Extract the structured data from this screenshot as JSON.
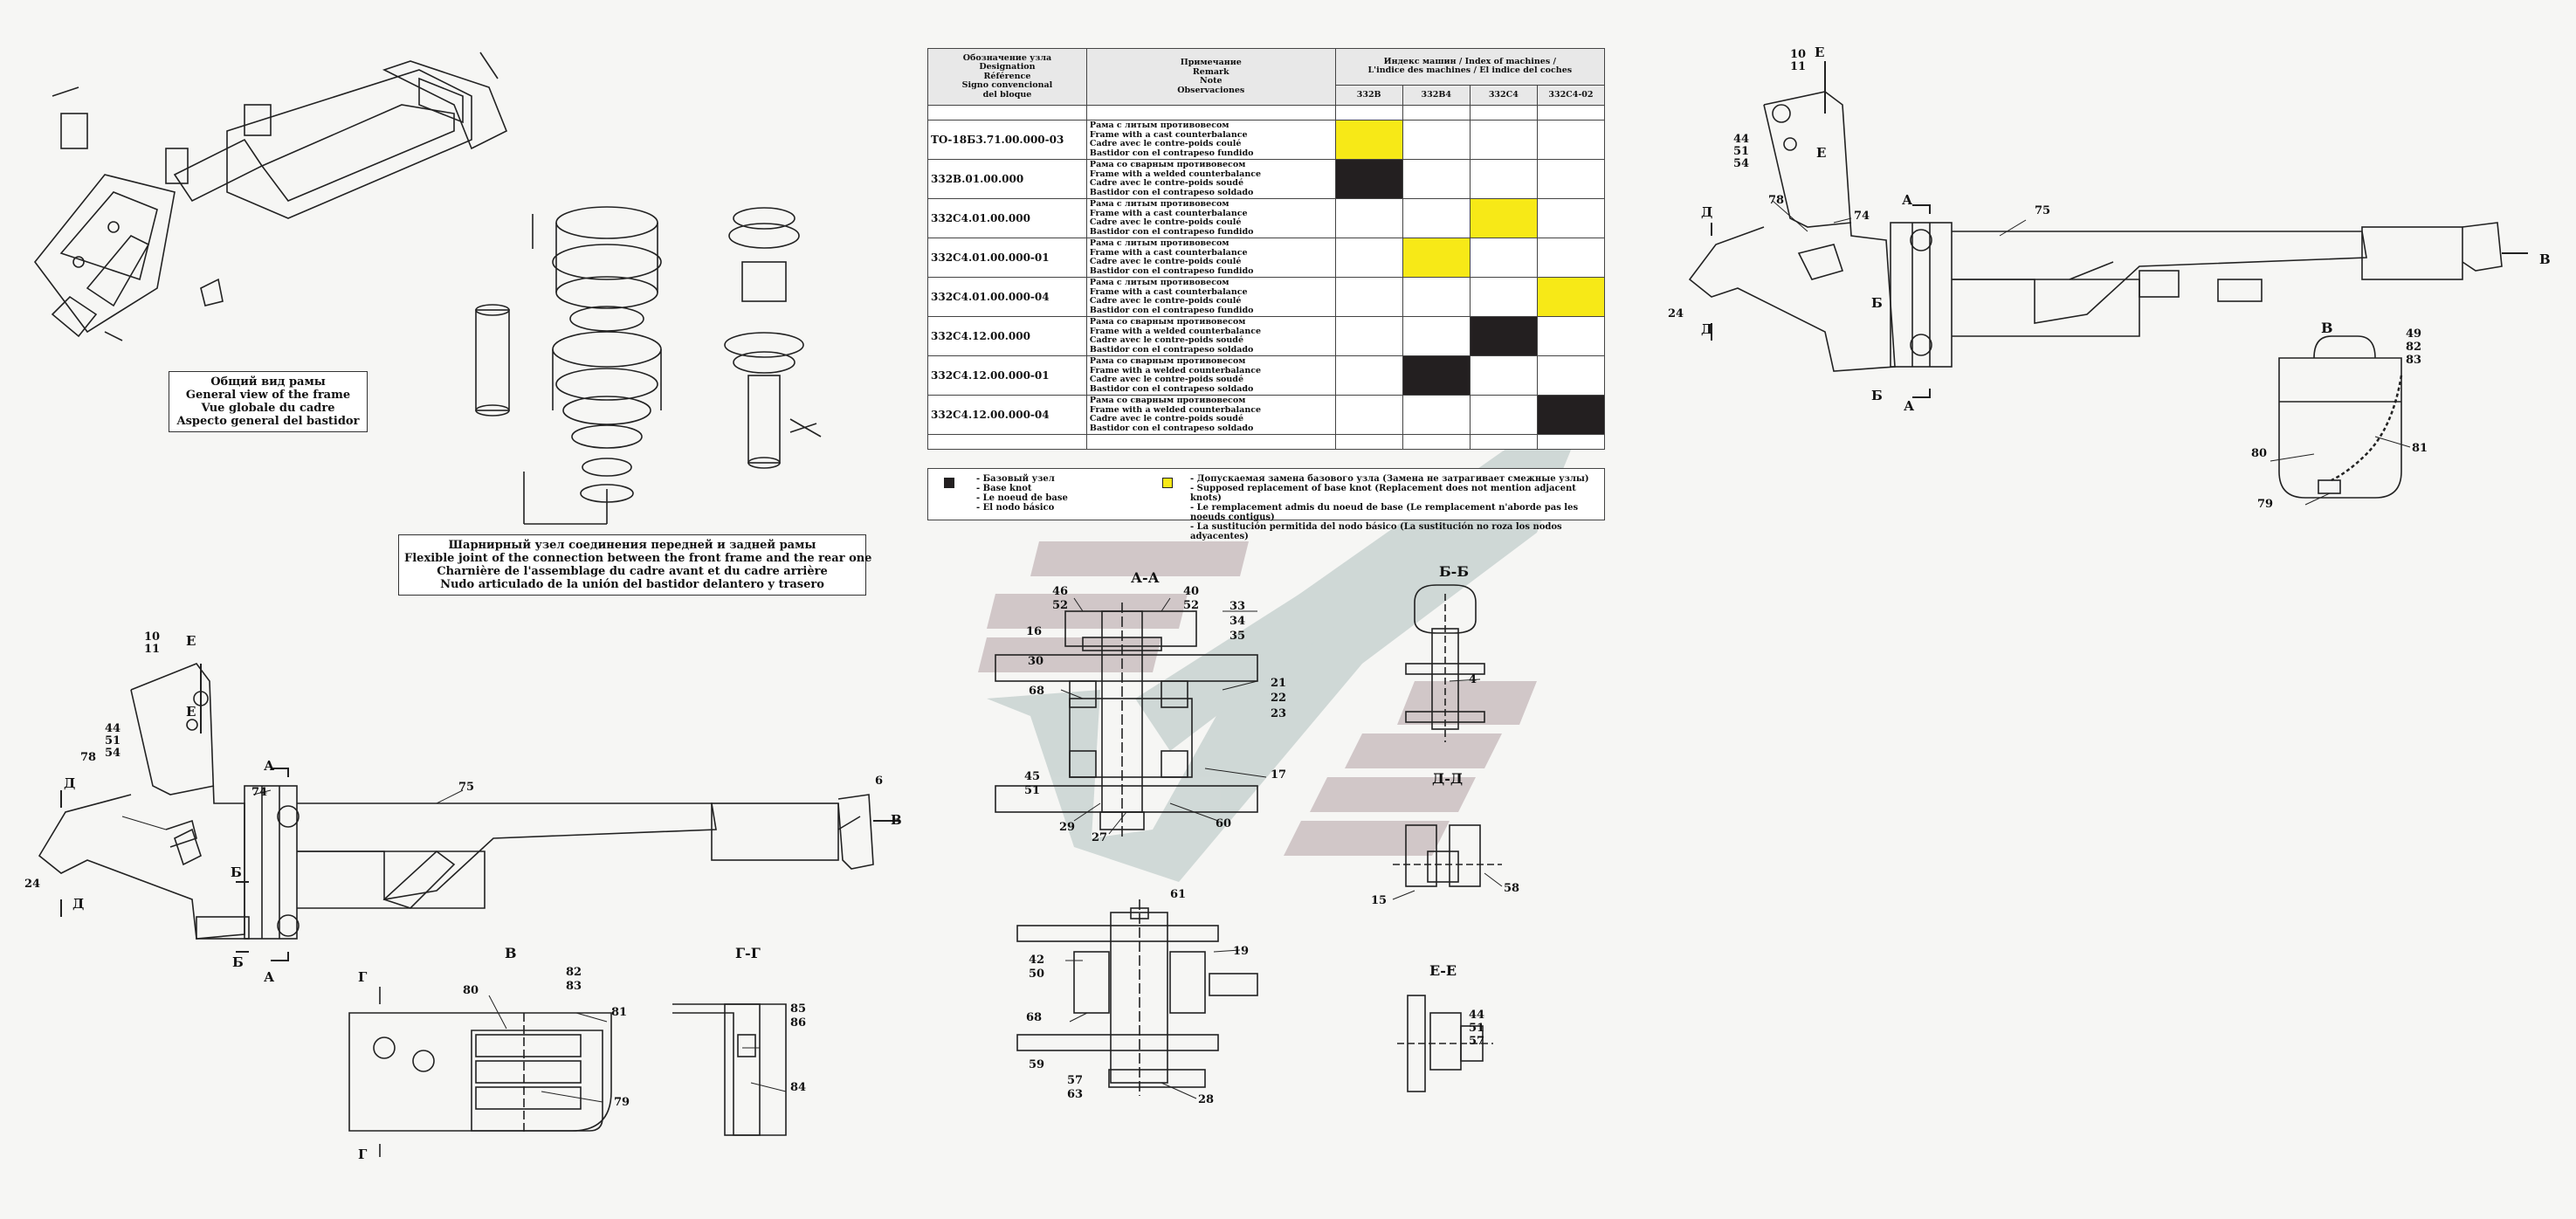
{
  "table": {
    "headers": {
      "code": [
        "Обозначение узла",
        "Designation",
        "Référence",
        "Signo convencional",
        "del bloque"
      ],
      "remark": [
        "Примечание",
        "Remark",
        "Note",
        "Observaciones"
      ],
      "index": [
        "Индекс машин / Index of machines /",
        "L'indice des machines / El indice del coches"
      ],
      "machines": [
        "332В",
        "332В4",
        "332С4",
        "332С4-02"
      ]
    },
    "rows": [
      {
        "code": "ТО-18Б3.71.00.000-03",
        "lines": [
          "Рама с литым противовесом",
          "Frame with a cast counterbalance",
          "Cadre avec le contre-poids coulé",
          "Bastidor con el contrapeso fundido"
        ],
        "cells": [
          "yellow",
          "",
          "",
          ""
        ]
      },
      {
        "code": "332В.01.00.000",
        "lines": [
          "Рама со сварным противовесом",
          "Frame with a welded counterbalance",
          "Cadre avec le contre-poids soudé",
          "Bastidor con el contrapeso soldado"
        ],
        "cells": [
          "black",
          "",
          "",
          ""
        ]
      },
      {
        "code": "332С4.01.00.000",
        "lines": [
          "Рама с литым противовесом",
          "Frame with a cast counterbalance",
          "Cadre avec le contre-poids coulé",
          "Bastidor con el contrapeso fundido"
        ],
        "cells": [
          "",
          "",
          "yellow",
          ""
        ]
      },
      {
        "code": "332С4.01.00.000-01",
        "lines": [
          "Рама с литым противовесом",
          "Frame with a cast counterbalance",
          "Cadre avec le contre-poids coulé",
          "Bastidor con el contrapeso fundido"
        ],
        "cells": [
          "",
          "yellow",
          "",
          ""
        ]
      },
      {
        "code": "332С4.01.00.000-04",
        "lines": [
          "Рама с литым противовесом",
          "Frame with a cast counterbalance",
          "Cadre avec le contre-poids coulé",
          "Bastidor con el contrapeso fundido"
        ],
        "cells": [
          "",
          "",
          "",
          "yellow"
        ]
      },
      {
        "code": "332С4.12.00.000",
        "lines": [
          "Рама со сварным противовесом",
          "Frame with a welded counterbalance",
          "Cadre avec le contre-poids soudé",
          "Bastidor con el contrapeso soldado"
        ],
        "cells": [
          "",
          "",
          "black",
          ""
        ]
      },
      {
        "code": "332С4.12.00.000-01",
        "lines": [
          "Рама со сварным противовесом",
          "Frame with a welded counterbalance",
          "Cadre avec le contre-poids soudé",
          "Bastidor con el contrapeso soldado"
        ],
        "cells": [
          "",
          "black",
          "",
          ""
        ]
      },
      {
        "code": "332С4.12.00.000-04",
        "lines": [
          "Рама со сварным противовесом",
          "Frame with a welded counterbalance",
          "Cadre avec le contre-poids soudé",
          "Bastidor con el contrapeso soldado"
        ],
        "cells": [
          "",
          "",
          "",
          "black"
        ]
      }
    ],
    "legend": {
      "base": [
        "- Базовый узел",
        "- Base knot",
        "- Le noeud de base",
        "- El nodo básico"
      ],
      "replace": [
        "- Допускаемая замена базового узла (Замена не затрагивает смежные узлы)",
        "- Supposed replacement of base knot (Replacement does not mention adjacent knots)",
        "- Le remplacement admis du noeud de base (Le remplacement n'aborde pas les noeuds contigus)",
        "- La sustitución permitida del nodo básico (La sustitución no roza los nodos adyacentes)"
      ]
    }
  },
  "captions": {
    "general": [
      "Общий вид рамы",
      "General view of the frame",
      "Vue globale du cadre",
      "Aspecto general del bastidor"
    ],
    "joint": [
      "Шарнирный узел соединения передней и задней рамы",
      "Flexible joint of the connection between the front frame and the rear one",
      "Charnière de l'assemblage du cadre avant et du cadre arrière",
      "Nudo articulado de la unión del bastidor delantero y trasero"
    ]
  },
  "sections": {
    "aa": "А-А",
    "bb": "Б-Б",
    "dd": "Д-Д",
    "ee": "Е-Е",
    "gg": "Г-Г",
    "v1": "В",
    "v2": "В"
  },
  "markers": {
    "A": "А",
    "B": "Б",
    "D": "Д",
    "E": "Е",
    "G": "Г",
    "V": "В"
  },
  "labels": {
    "l10": "10",
    "l11": "11",
    "l44": "44",
    "l51": "51",
    "l54": "54",
    "l78": "78",
    "l74": "74",
    "l75": "75",
    "l24": "24",
    "l6": "6",
    "l49": "49",
    "l82": "82",
    "l83": "83",
    "l80": "80",
    "l81": "81",
    "l79": "79",
    "l85": "85",
    "l86": "86",
    "l84": "84",
    "l46": "46",
    "l52": "52",
    "l40": "40",
    "l33": "33",
    "l34": "34",
    "l35": "35",
    "l16": "16",
    "l30": "30",
    "l21": "21",
    "l22": "22",
    "l23": "23",
    "l68": "68",
    "l17": "17",
    "l45": "45",
    "l29": "29",
    "l27": "27",
    "l60": "60",
    "l4": "4",
    "l15": "15",
    "l58": "58",
    "l61": "61",
    "l19": "19",
    "l42": "42",
    "l50": "50",
    "l59": "59",
    "l57": "57",
    "l63": "63",
    "l28": "28"
  }
}
